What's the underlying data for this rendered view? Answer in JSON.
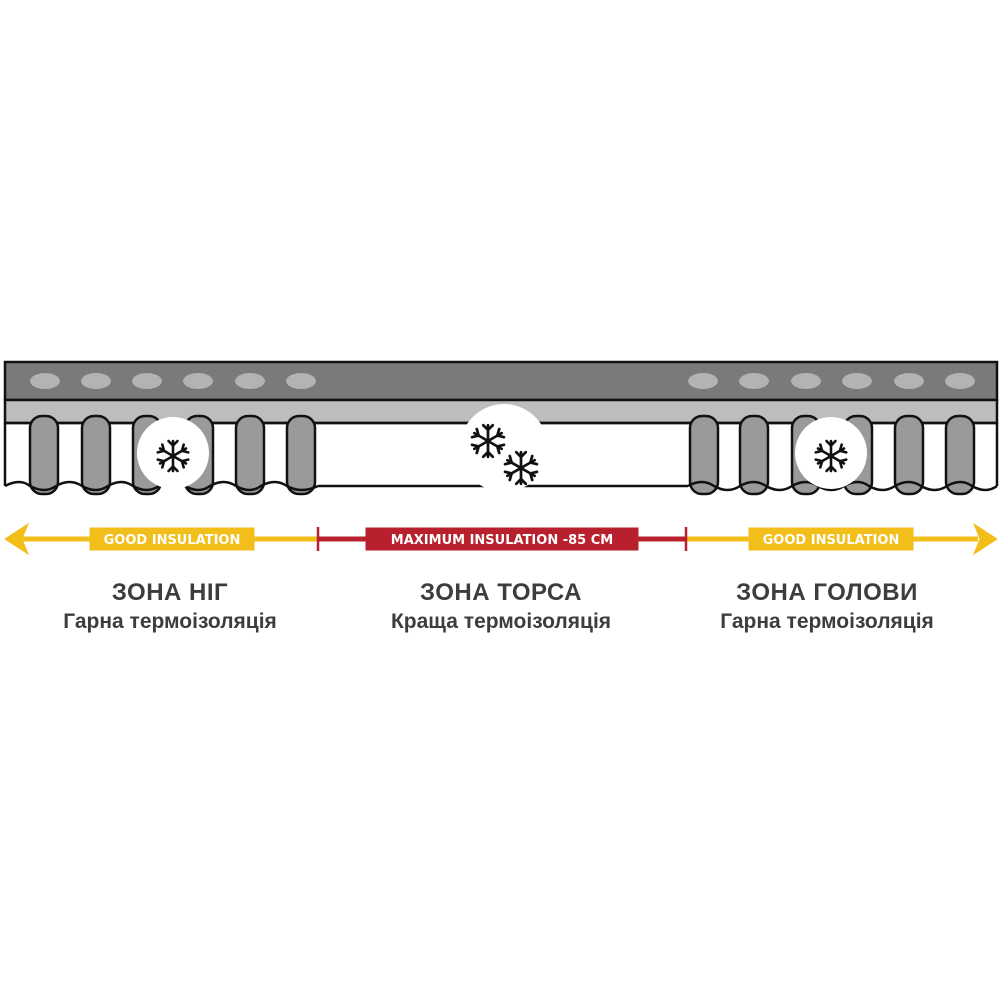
{
  "colors": {
    "good": "#f2be1a",
    "maximum": "#b7202c",
    "top_layer": "#7a7a7a",
    "middle_layer": "#bdbdbd",
    "ellipse": "#b3b3b3",
    "tube": "#9a9a9a",
    "text": "#3d3d3d"
  },
  "icons": {
    "feet": "snowflake-icon",
    "torso": "snowflakes-icon",
    "head": "snowflake-icon"
  },
  "arrow": {
    "left_label": "GOOD INSULATION",
    "center_label": "MAXIMUM INSULATION -85 CM",
    "right_label": "GOOD INSULATION"
  },
  "zones": [
    {
      "title": "ЗОНА НІГ",
      "subtitle": "Гарна термоізоляція"
    },
    {
      "title": "ЗОНА ТОРСА",
      "subtitle": "Краща термоізоляція"
    },
    {
      "title": "ЗОНА ГОЛОВИ",
      "subtitle": "Гарна термоізоляція"
    }
  ]
}
